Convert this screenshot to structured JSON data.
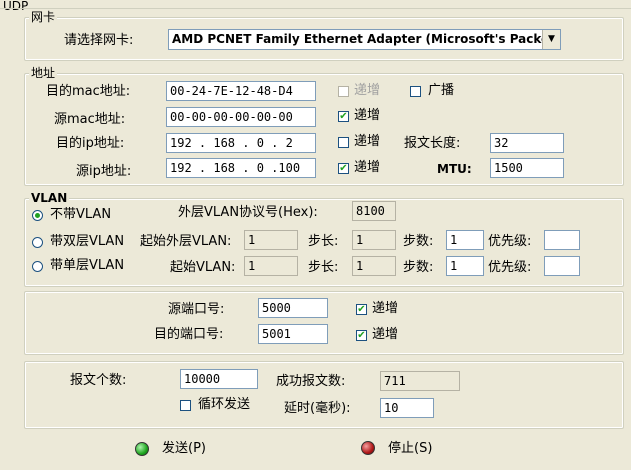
{
  "title": "UDP",
  "nic": {
    "legend": "网卡",
    "label": "请选择网卡:",
    "selected": "AMD PCNET Family Ethernet Adapter (Microsoft's Packet"
  },
  "addr": {
    "legend": "地址",
    "dst_mac_label": "目的mac地址:",
    "dst_mac": "00-24-7E-12-48-D4",
    "src_mac_label": "源mac地址:",
    "src_mac": "00-00-00-00-00-00",
    "dst_ip_label": "目的ip地址:",
    "dst_ip": " 192 . 168 .  0  . 2",
    "src_ip_label": "源ip地址:",
    "src_ip": " 192 . 168 .  0  .100",
    "inc_label": "递增",
    "broadcast_label": "广播",
    "pkt_len_label": "报文长度:",
    "pkt_len": "32",
    "mtu_label": "MTU:",
    "mtu": "1500",
    "checks": {
      "dst_mac_inc": false,
      "broadcast": false,
      "src_mac_inc": true,
      "dst_ip_inc": false,
      "src_ip_inc": true
    }
  },
  "vlan": {
    "legend": "VLAN",
    "no_vlan": "不带VLAN",
    "double_vlan": "带双层VLAN",
    "single_vlan": "带单层VLAN",
    "outer_proto_label": "外层VLAN协议号(Hex):",
    "outer_proto": "8100",
    "start_outer_label": "起始外层VLAN:",
    "start_outer": "1",
    "start_label": "起始VLAN:",
    "start": "1",
    "step_label": "步长:",
    "step1": "1",
    "step2": "1",
    "count_label": "步数:",
    "count1": "1",
    "count2": "1",
    "prio_label": "优先级:",
    "prio1": "",
    "prio2": "",
    "selected": "no_vlan"
  },
  "ports": {
    "src_label": "源端口号:",
    "src": "5000",
    "dst_label": "目的端口号:",
    "dst": "5001",
    "inc_label": "递增",
    "src_inc": true,
    "dst_inc": true
  },
  "send": {
    "count_label": "报文个数:",
    "count": "10000",
    "success_label": "成功报文数:",
    "success": "711",
    "loop_label": "循环发送",
    "loop": false,
    "delay_label": "延时(毫秒):",
    "delay": "10"
  },
  "buttons": {
    "send": "发送(P)",
    "stop": "停止(S)"
  },
  "colors": {
    "send_dot": "#1fa61f",
    "stop_dot": "#b01818",
    "check": "#21a121"
  }
}
